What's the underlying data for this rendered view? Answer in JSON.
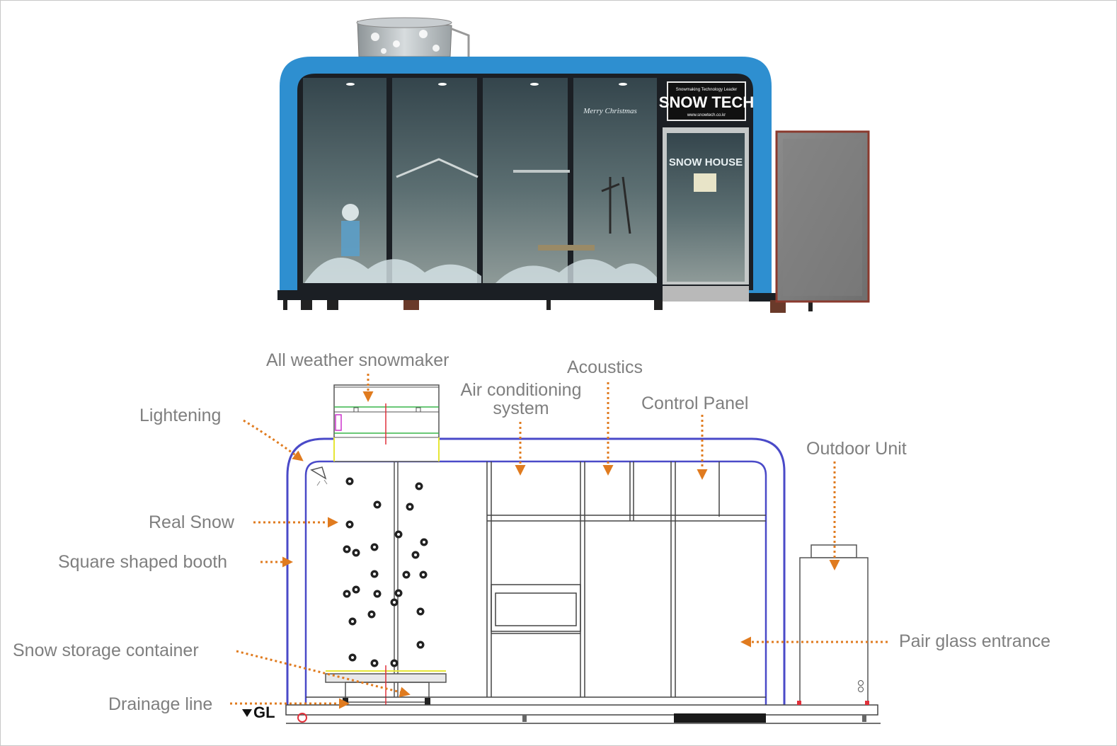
{
  "photo": {
    "signage": {
      "tagline": "Snowmaking Technology Leader",
      "brand": "SNOW TECH",
      "url": "www.snowtech.co.kr"
    },
    "door_text": "SNOW HOUSE",
    "window_text": "Merry Christmas"
  },
  "labels": {
    "snowmaker": "All weather  snowmaker",
    "air_conditioning_line1": "Air conditioning",
    "air_conditioning_line2": "system",
    "acoustics": "Acoustics",
    "control_panel": "Control  Panel",
    "outdoor_unit": "Outdoor  Unit",
    "lightening": "Lightening",
    "real_snow": "Real Snow",
    "square_booth": "Square shaped  booth",
    "snow_storage": "Snow  storage  container",
    "drainage": "Drainage line",
    "pair_glass": "Pair glass  entrance",
    "ground_level": "GL"
  },
  "colors": {
    "booth_blue": "#2e8fd0",
    "arrow_orange": "#e07b1f",
    "outline_blue": "#4a4ac8",
    "label_gray": "#7f7f7f"
  }
}
